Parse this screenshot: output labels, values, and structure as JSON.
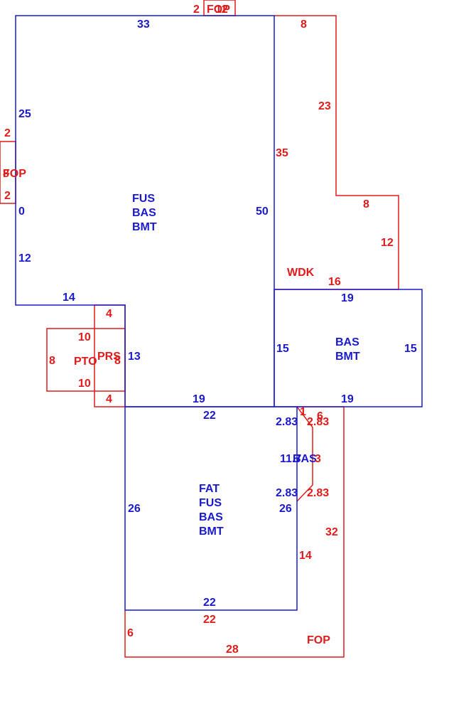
{
  "colors": {
    "blue": "#1a1acc",
    "red": "#e01b1b"
  },
  "areas": {
    "main": {
      "l1": "FUS",
      "l2": "BAS",
      "l3": "BMT"
    },
    "east": {
      "l1": "BAS",
      "l2": "BMT"
    },
    "south": {
      "l1": "FAT",
      "l2": "FUS",
      "l3": "BAS",
      "l4": "BMT"
    },
    "bay": "BAS",
    "wdk": "WDK",
    "fop_bottom": "FOP",
    "fop_left": "FOP",
    "fop_top": "FOP",
    "pto": "PTO",
    "prs": "PRS"
  },
  "dims": {
    "main_top": "33",
    "main_left_25": "25",
    "main_left_0": "0",
    "main_left_12": "12",
    "main_bottom_14": "14",
    "main_right_50": "50",
    "notch_13": "13",
    "east_top": "19",
    "east_left": "15",
    "east_right": "15",
    "east_bottom": "19",
    "south_bottom_19": "19",
    "south_top": "22",
    "south_left": "26",
    "south_right": "26",
    "south_bottom": "22",
    "bay_a": "2.83",
    "bay_b": "2.83",
    "bay_c": "11.7",
    "wdk_top": "8",
    "wdk_23": "23",
    "wdk_35": "35",
    "wdk_8b": "8",
    "wdk_12": "12",
    "wdk_16": "16",
    "top_fop_2": "2",
    "top_fop_12": "12",
    "left_fop_2a": "2",
    "left_fop_2b": "2",
    "left_fop_8": "8",
    "prs_4a": "4",
    "prs_4b": "4",
    "pto_10a": "10",
    "pto_10b": "10",
    "pto_8": "8",
    "pto_8b": "8",
    "fop_1": "1",
    "fop_6a": "6",
    "fop_2_83a": "2.83",
    "fop_2_83b": "2.83",
    "fop_3": "3",
    "fop_32": "32",
    "fop_14": "14",
    "fop_22": "22",
    "fop_6b": "6",
    "fop_28": "28"
  }
}
